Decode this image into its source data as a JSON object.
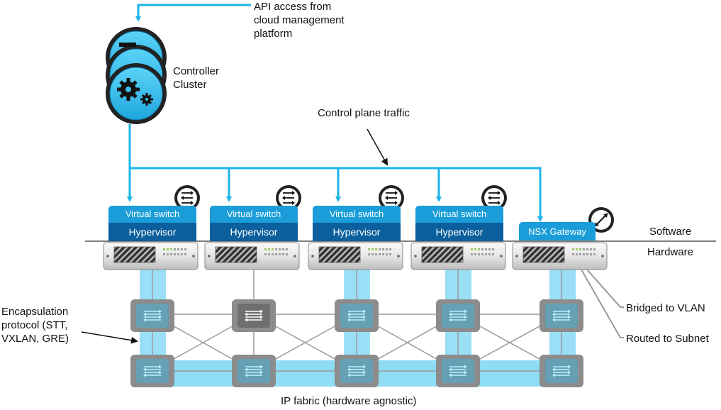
{
  "api_label": "API access from cloud management platform",
  "api_lines": [
    "API access from",
    "cloud management",
    "platform"
  ],
  "controller_lines": [
    "Controller",
    "Cluster"
  ],
  "control_plane_label": "Control plane traffic",
  "software_label": "Software",
  "hardware_label": "Hardware",
  "hosts": [
    {
      "switch": "Virtual switch",
      "hypervisor": "Hypervisor"
    },
    {
      "switch": "Virtual switch",
      "hypervisor": "Hypervisor"
    },
    {
      "switch": "Virtual switch",
      "hypervisor": "Hypervisor"
    },
    {
      "switch": "Virtual switch",
      "hypervisor": "Hypervisor"
    }
  ],
  "gateway_label": "NSX Gateway",
  "encapsulation_lines": [
    "Encapsulation",
    "protocol (STT,",
    "VXLAN, GRE)"
  ],
  "bridged_label": "Bridged to VLAN",
  "routed_label": "Routed to Subnet",
  "fabric_label": "IP fabric (hardware agnostic)",
  "colors": {
    "accent": "#1ab5ea",
    "tunnel": "#8fdcf5",
    "switch_blue": "#1a9dd9",
    "hypervisor_blue": "#0b5f9c",
    "fabric_grey": "#8c8c8c"
  },
  "icons": [
    "gear-icon",
    "switch-arrows-icon",
    "gateway-arrow-icon",
    "server-icon",
    "fabric-switch-icon"
  ]
}
